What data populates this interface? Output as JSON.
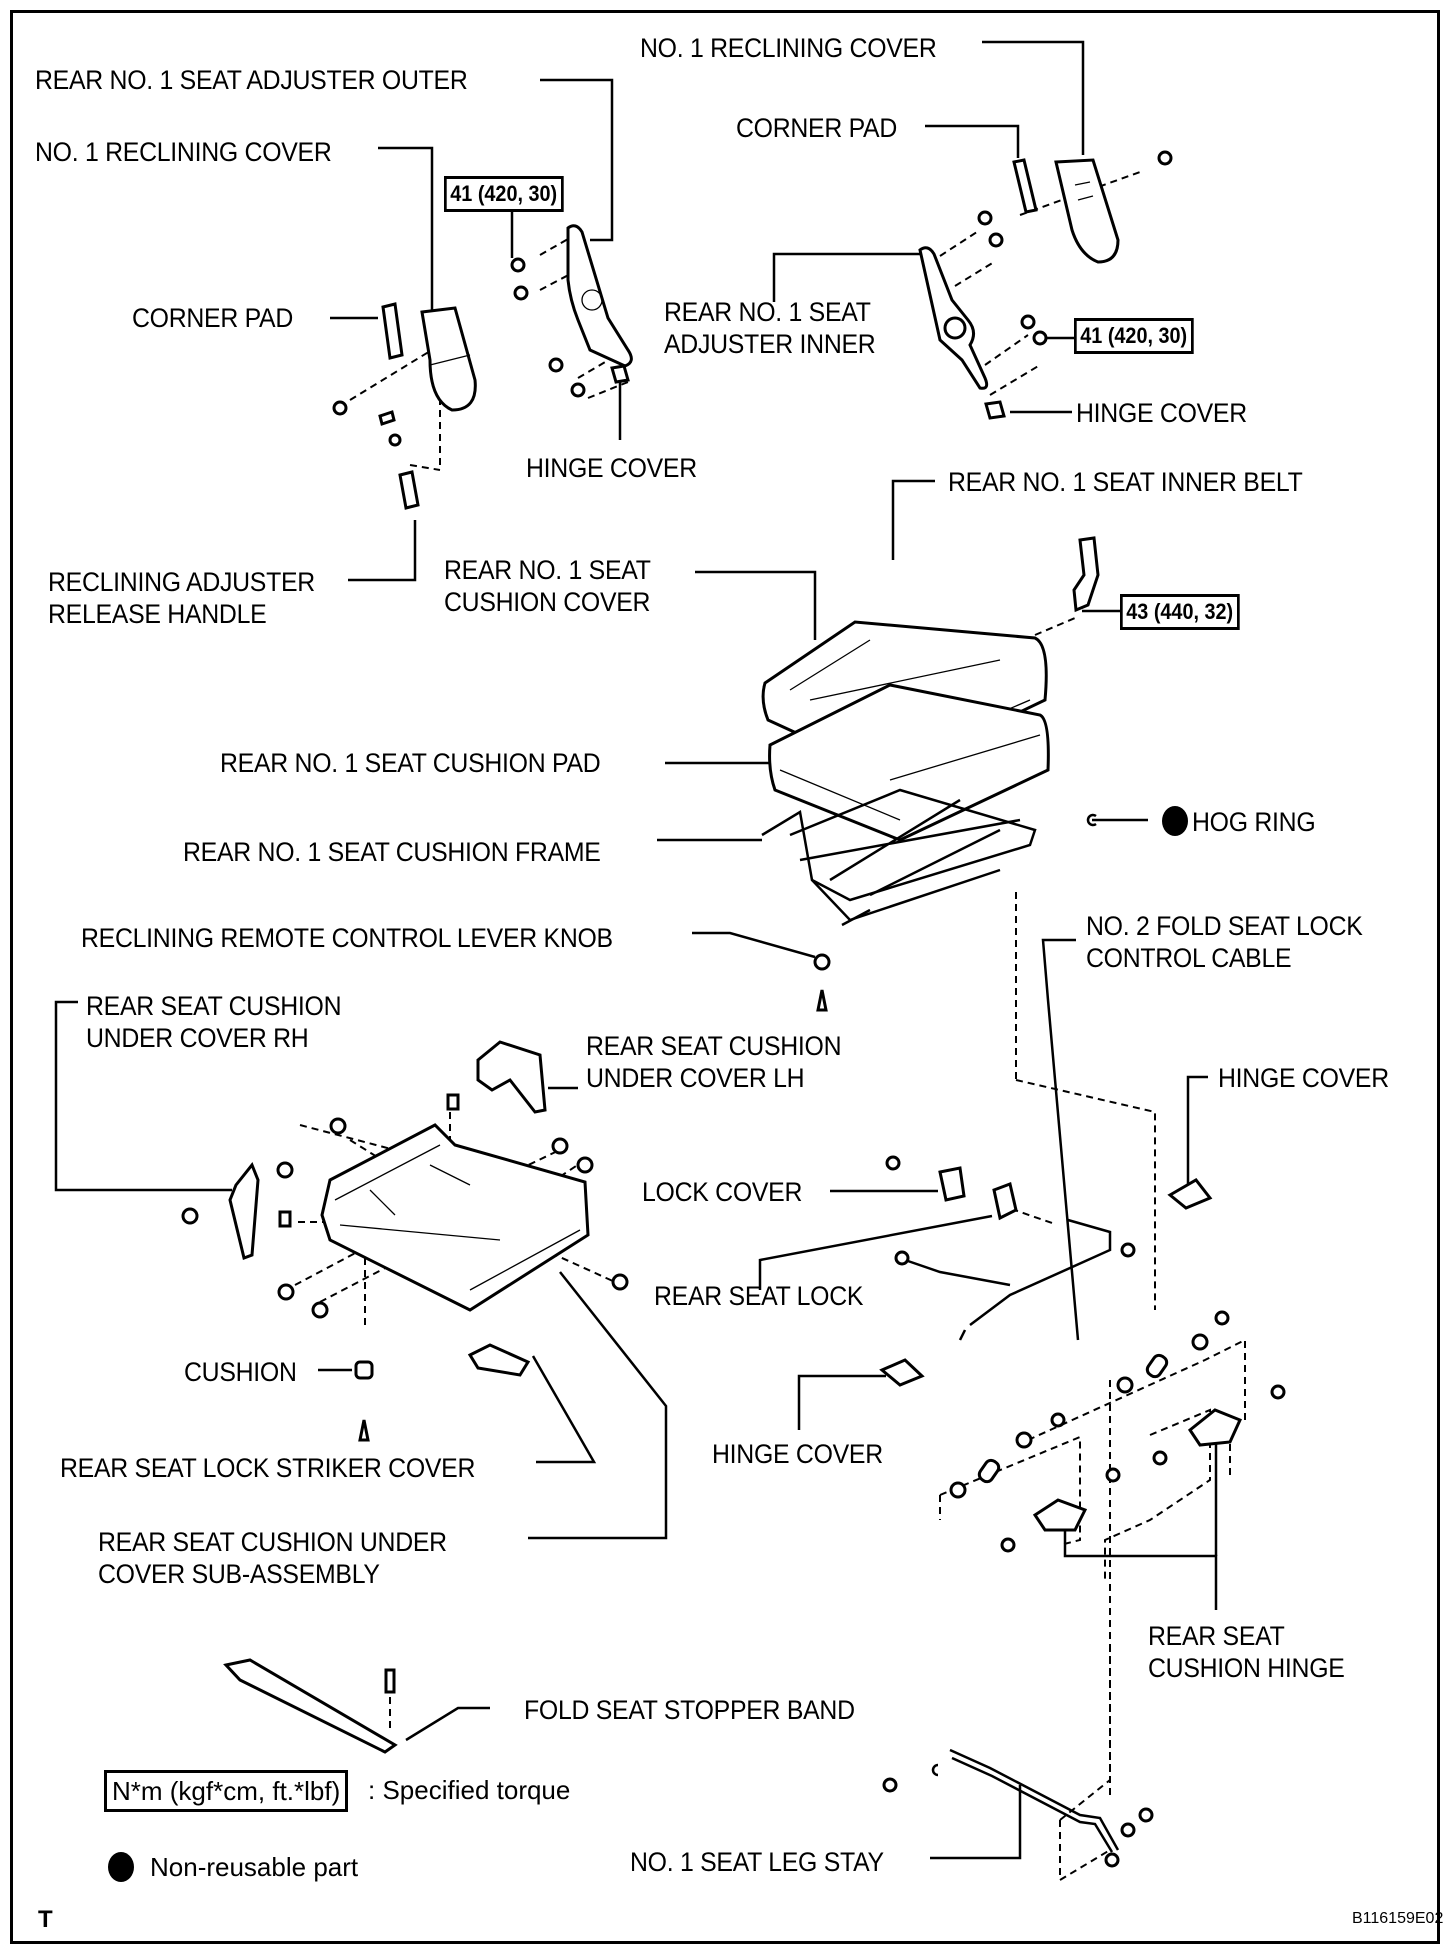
{
  "diagram": {
    "type": "exploded parts diagram",
    "figure_code": "B116159E02",
    "corner_mark": "T",
    "labels": {
      "rear_no1_seat_adjuster_outer": "REAR NO. 1 SEAT ADJUSTER OUTER",
      "no1_reclining_cover_left": "NO. 1 RECLINING COVER",
      "no1_reclining_cover_right": "NO. 1 RECLINING COVER",
      "corner_pad_left": "CORNER PAD",
      "corner_pad_right": "CORNER PAD",
      "rear_no1_seat_adjuster_inner": "REAR NO. 1 SEAT\nADJUSTER INNER",
      "hinge_cover_top_left": "HINGE COVER",
      "hinge_cover_top_right": "HINGE COVER",
      "reclining_adjuster_release_handle": "RECLINING ADJUSTER\nRELEASE HANDLE",
      "rear_no1_seat_inner_belt": "REAR NO. 1 SEAT INNER BELT",
      "rear_no1_seat_cushion_cover": "REAR NO. 1 SEAT\nCUSHION COVER",
      "rear_no1_seat_cushion_pad": "REAR NO. 1 SEAT CUSHION PAD",
      "rear_no1_seat_cushion_frame": "REAR NO. 1 SEAT CUSHION FRAME",
      "hog_ring": "HOG RING",
      "reclining_remote_control_lever_knob": "RECLINING REMOTE CONTROL LEVER KNOB",
      "no2_fold_seat_lock_control_cable": "NO. 2 FOLD SEAT LOCK\nCONTROL CABLE",
      "rear_seat_cushion_under_cover_rh": "REAR SEAT CUSHION\nUNDER COVER RH",
      "rear_seat_cushion_under_cover_lh": "REAR SEAT CUSHION\nUNDER COVER LH",
      "hinge_cover_mid_right": "HINGE COVER",
      "lock_cover": "LOCK COVER",
      "rear_seat_lock": "REAR SEAT LOCK",
      "cushion": "CUSHION",
      "hinge_cover_lower": "HINGE COVER",
      "rear_seat_lock_striker_cover": "REAR SEAT LOCK STRIKER COVER",
      "rear_seat_cushion_under_cover_sub_assembly": "REAR SEAT CUSHION UNDER\nCOVER SUB-ASSEMBLY",
      "rear_seat_cushion_hinge": "REAR SEAT\nCUSHION HINGE",
      "fold_seat_stopper_band": "FOLD SEAT STOPPER BAND",
      "no1_seat_leg_stay": "NO. 1 SEAT LEG STAY"
    },
    "torques": {
      "adjuster_outer": "41 (420, 30)",
      "adjuster_inner": "41 (420, 30)",
      "inner_belt": "43 (440, 32)"
    },
    "legend": {
      "torque_unit": "N*m (kgf*cm, ft.*lbf)",
      "torque_desc": ": Specified torque",
      "non_reusable": "Non-reusable part"
    }
  }
}
